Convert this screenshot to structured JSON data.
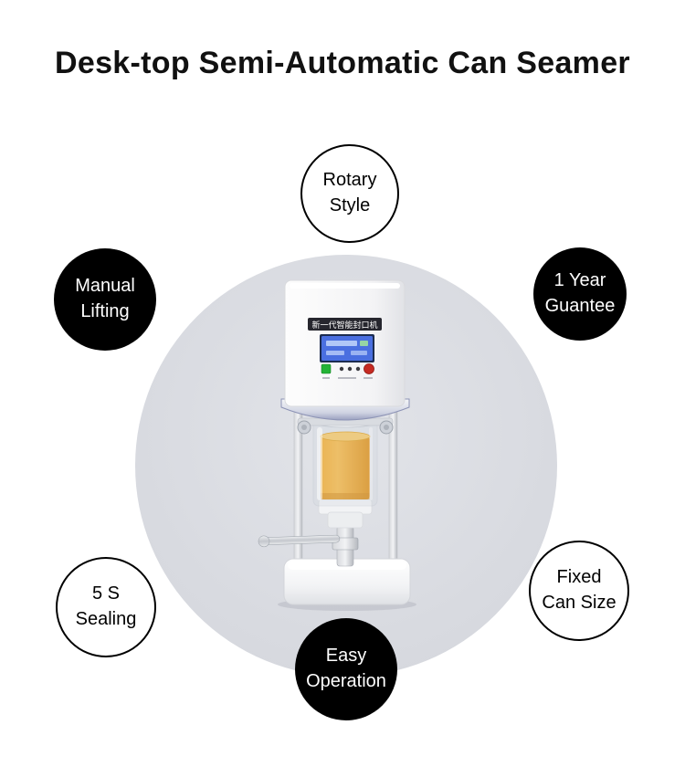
{
  "title": "Desk-top Semi-Automatic Can Seamer",
  "badges": {
    "rotary": {
      "line1": "Rotary",
      "line2": "Style"
    },
    "manual": {
      "line1": "Manual",
      "line2": "Lifting"
    },
    "guarantee": {
      "line1": "1 Year",
      "line2": "Guantee"
    },
    "sealing": {
      "line1": "5 S",
      "line2": "Sealing"
    },
    "fixed": {
      "line1": "Fixed",
      "line2": "Can Size"
    },
    "easy": {
      "line1": "Easy",
      "line2": "Operation"
    }
  },
  "machine": {
    "panel_label": "新一代智能封口机"
  },
  "colors": {
    "background": "#ffffff",
    "title_text": "#111111",
    "circle_bg": "#d8dae0",
    "badge_filled_bg": "#000000",
    "badge_filled_text": "#ffffff",
    "badge_outline_border": "#000000",
    "badge_outline_text": "#000000",
    "can_orange": "#f2990c",
    "lcd_blue": "#4a6fe0",
    "indicator_green": "#23b336",
    "indicator_red": "#c62a22"
  }
}
